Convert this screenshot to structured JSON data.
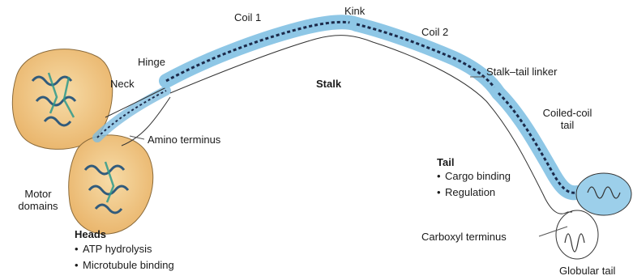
{
  "labels": {
    "coil1": "Coil 1",
    "kink": "Kink",
    "coil2": "Coil 2",
    "hinge": "Hinge",
    "neck": "Neck",
    "stalk": "Stalk",
    "stalk_tail_linker": "Stalk–tail linker",
    "coiled_coil_tail_line1": "Coiled-coil",
    "coiled_coil_tail_line2": "tail",
    "amino_terminus": "Amino terminus",
    "motor_domains_line1": "Motor",
    "motor_domains_line2": "domains",
    "carboxyl_terminus": "Carboxyl terminus",
    "globular_tail": "Globular tail"
  },
  "tail_box": {
    "title": "Tail",
    "items": [
      "Cargo binding",
      "Regulation"
    ]
  },
  "heads_box": {
    "title": "Heads",
    "items": [
      "ATP hydrolysis",
      "Microtubule binding"
    ]
  },
  "colors": {
    "head_fill": "#f2c887",
    "stalk_blue": "#8ec7e6",
    "helix": "#1c2a4a",
    "globular_tail": "#9ccfea"
  }
}
